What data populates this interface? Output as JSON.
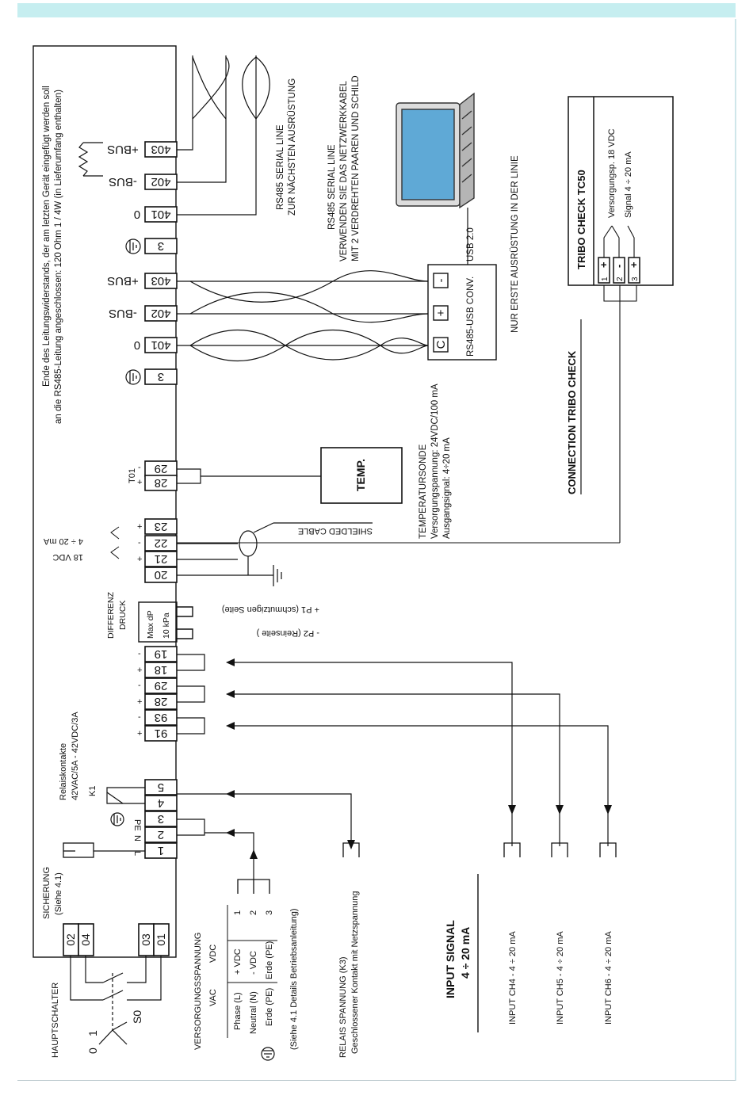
{
  "colors": {
    "topbar": "#c6eef0",
    "line": "#111111",
    "screen": "#5fa9d6",
    "laptop_body": "#b5b5b5"
  },
  "terminal_block": {
    "upper": [
      "403",
      "402",
      "401",
      "3",
      "403",
      "402",
      "401",
      "3"
    ],
    "middle": [
      "29",
      "28",
      "23",
      "22",
      "21",
      "20"
    ],
    "lower": [
      "19",
      "18",
      "29",
      "28",
      "93",
      "91",
      "5",
      "4",
      "3",
      "2",
      "1"
    ],
    "fuse": [
      "02",
      "04",
      "03",
      "01"
    ]
  },
  "labels": {
    "line_end": "Ende des Leitungswiderstands, der am letzten Gerät eingefügt werden soll",
    "line_end2": "an die RS485-Leitung angeschlossen: 120 Ohm 1 / 4W (in Lieferumfang enthalten)",
    "bus_plus": "+BUS",
    "bus_minus": "-BUS",
    "zero": "0",
    "rs485_serial": "RS485 SERIAL LINE",
    "next_device": "ZUR NÄCHSTEN AUSRÜSTUNG",
    "rs485_serial2": "RS485 SERIAL LINE",
    "network_cable": "VERWENDEN SIE DAS NETZWERKKABEL",
    "network_cable2": "MIT 2 VERDREHTEN PAAREN UND SCHILD",
    "first_device": "NUR ERSTE AUSRÜSTUNG IN DER LINIE",
    "usb": "USB 2.0",
    "conv": "RS485-USB CONV.",
    "conv_c": "C",
    "conv_plus": "+",
    "conv_minus": "-",
    "tribo_title": "TRIBO CHECK TC50",
    "tribo_supply": "Versorgungsp. 18 VDC",
    "tribo_signal": "Signal 4 ÷ 20 mA",
    "tribo_p1": "1",
    "tribo_p2": "2",
    "tribo_p3": "3",
    "tribo_plus": "+",
    "tribo_minus": "-",
    "tribo_plus3": "+",
    "connection": "CONNECTION TRIBO CHECK",
    "t01": "T01",
    "temp": "TEMP.",
    "temp_title": "TEMPERATURSONDE",
    "temp_supply": "Versorgungspannung: 24VDC/100 mA",
    "temp_signal": "Ausgangsignal: 4÷20 mA",
    "ma": "4 ÷ 20 mA",
    "vdc": "18 VDC",
    "shielded": "SHIELDED CABLE",
    "diff": "DIFFERENZ",
    "druck": "DRUCK",
    "maxdp": "Max dP",
    "kpa": "10 kPa",
    "p1": "+ P1  (schmutzigen Seite)",
    "p2": "- P2  (Reinseite )",
    "relay1": "Relaiskontakte",
    "relay2": "42VAC/5A - 42VDC/3A",
    "k1": "K1",
    "pe": "PE",
    "n": "N",
    "l": "L",
    "sicherung": "SICHERUNG",
    "siehe41": "(Siehe 4.1)",
    "hauptschalter": "HAUPTSCHALTER",
    "s0": "S0",
    "sw0": "0",
    "sw1": "1",
    "vers_title": "VERSORGUNGSSPANNUNG",
    "vac": "VAC",
    "vdc_h": "VDC",
    "r1a": "Phase (L)",
    "r1b": "+ VDC",
    "r1c": "1",
    "r2a": "Neutral (N)",
    "r2b": "- VDC",
    "r2c": "2",
    "r3a": "Erde (PE)",
    "r3b": "Erde (PE)",
    "r3c": "3",
    "details": "(Siehe 4.1 Details Betriebsanleitung)",
    "relais_sp": "RELAIS SPANNUNG (K3)",
    "relais_sp2": "Geschlossener Kontakt mit Netzspannung",
    "input_signal": "INPUT SIGNAL",
    "input_range": "4 ÷ 20 mA",
    "ch4": "INPUT CH4 - 4 ÷ 20 mA",
    "ch5": "INPUT CH5 - 4 ÷ 20 mA",
    "ch6": "INPUT CH6 - 4 ÷ 20 mA"
  }
}
